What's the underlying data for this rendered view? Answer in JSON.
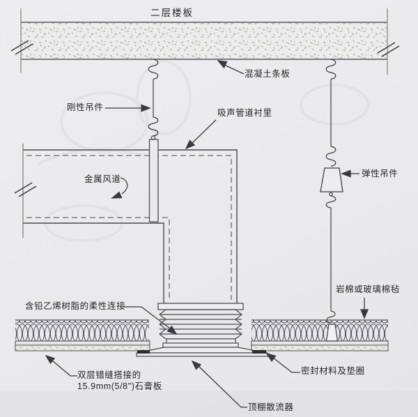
{
  "diagram": {
    "title": "二层楼板",
    "labels": {
      "concrete_plank": "混凝土条板",
      "rigid_hanger": "刚性吊件",
      "duct_lining": "吸声管道衬里",
      "metal_duct": "金属风道",
      "resilient_hanger": "弹性吊件",
      "mineral_wool_felt": "岩棉或玻璃棉毡",
      "flexible_connection": "含铅乙烯树脂的柔性连接",
      "gypsum_board_line1": "双层错缝搭接的",
      "gypsum_board_line2": "15.9mm(5/8\")石膏板",
      "sealant_gasket": "密封材料及垫圈",
      "ceiling_diffuser": "顶棚散流器"
    },
    "colors": {
      "paper": "#eaeaec",
      "line": "#4b4b50",
      "dashed_line": "#6a6570",
      "text": "#26262b",
      "seal": "#2e2e30"
    }
  }
}
